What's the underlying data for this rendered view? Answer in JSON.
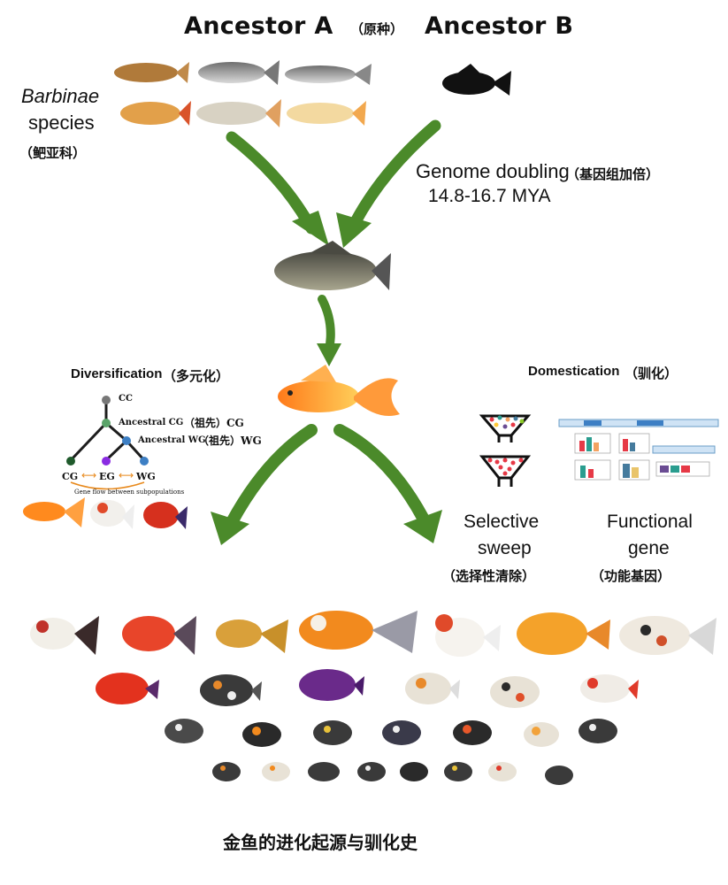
{
  "header": {
    "ancestor_a": "Ancestor  A",
    "ancestor_a_zh": "（原种）",
    "ancestor_b": "Ancestor B"
  },
  "left_group": {
    "name_italic": "Barbinae",
    "name_plain": "species",
    "name_zh": "（鲃亚科）"
  },
  "genome": {
    "label": "Genome doubling",
    "label_zh": "（基因组加倍）",
    "date": "14.8-16.7 MYA"
  },
  "diversification": {
    "title": "Diversification",
    "title_zh": "（多元化）",
    "tree": {
      "root": "CC",
      "node_cg": "Ancestral CG",
      "node_cg_zh": "（祖先）CG",
      "node_wg": "Ancestral WG",
      "node_wg_zh": "（祖先）WG",
      "leaf_cg": "CG",
      "leaf_eg": "EG",
      "leaf_wg": "WG",
      "caption": "Gene flow between subpopulations"
    }
  },
  "domestication": {
    "title": "Domestication",
    "title_zh": "（驯化）",
    "selective_line1": "Selective",
    "selective_line2": "sweep",
    "selective_zh": "（选择性清除）",
    "functional_line1": "Functional",
    "functional_line2": "gene",
    "functional_zh": "（功能基因）"
  },
  "footer": {
    "caption": "金鱼的进化起源与驯化史"
  },
  "colors": {
    "arrow_green": "#4b8a2a",
    "tree_black": "#1d1d1d",
    "node_green": "#5aa469",
    "node_blue": "#3d7fc4",
    "node_purple": "#8a2be2",
    "node_darkgreen": "#1f5a2b",
    "swap_orange": "#e8891c"
  }
}
